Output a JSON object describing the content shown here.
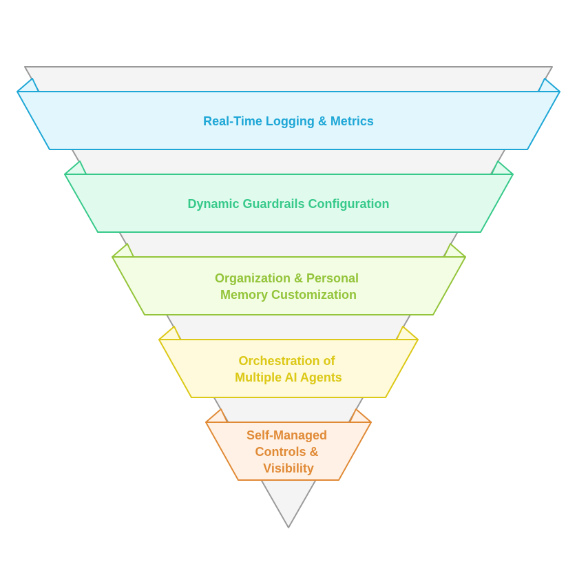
{
  "funnel": {
    "background_fill": "#f4f4f4",
    "background_stroke": "#9a9a9a",
    "levels": [
      {
        "id": "real-time-logging",
        "lines": [
          "Real-Time Logging & Metrics"
        ],
        "stroke": "#1ea7d6",
        "fill": "#e2f6fd",
        "text_color": "#1ea7d6"
      },
      {
        "id": "dynamic-guardrails",
        "lines": [
          "Dynamic Guardrails Configuration"
        ],
        "stroke": "#37c98a",
        "fill": "#e0fbee",
        "text_color": "#37c98a"
      },
      {
        "id": "memory-customization",
        "lines": [
          "Organization & Personal",
          "Memory Customization"
        ],
        "stroke": "#93c43a",
        "fill": "#f3fde3",
        "text_color": "#93c43a"
      },
      {
        "id": "agent-orchestration",
        "lines": [
          "Orchestration of",
          "Multiple AI Agents"
        ],
        "stroke": "#dcc816",
        "fill": "#fefadb",
        "text_color": "#dcc816"
      },
      {
        "id": "self-managed-controls",
        "lines": [
          "Self-Managed",
          "Controls &",
          "Visibility"
        ],
        "stroke": "#e08a36",
        "fill": "#fff1e5",
        "text_color": "#e08a36"
      }
    ]
  }
}
